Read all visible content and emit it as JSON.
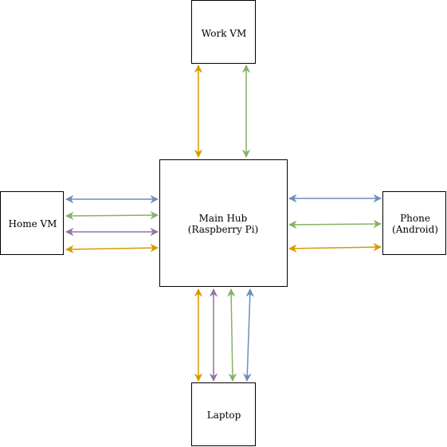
{
  "colors": {
    "orange": "#d79b00",
    "green": "#82b366",
    "purple": "#9673a6",
    "blue": "#6c8ebf",
    "box_stroke": "#000000"
  },
  "nodes": {
    "work_vm": {
      "lines": [
        "Work VM"
      ]
    },
    "main_hub": {
      "lines": [
        "Main Hub",
        "(Raspberry Pi)"
      ]
    },
    "home_vm": {
      "lines": [
        "Home VM"
      ]
    },
    "phone": {
      "lines": [
        "Phone",
        "(Android)"
      ]
    },
    "laptop": {
      "lines": [
        "Laptop"
      ]
    }
  },
  "links": [
    {
      "from": "main_hub",
      "to": "work_vm",
      "color": "orange"
    },
    {
      "from": "main_hub",
      "to": "work_vm",
      "color": "green"
    },
    {
      "from": "main_hub",
      "to": "home_vm",
      "color": "blue"
    },
    {
      "from": "main_hub",
      "to": "home_vm",
      "color": "green"
    },
    {
      "from": "main_hub",
      "to": "home_vm",
      "color": "purple"
    },
    {
      "from": "main_hub",
      "to": "home_vm",
      "color": "orange"
    },
    {
      "from": "main_hub",
      "to": "phone",
      "color": "blue"
    },
    {
      "from": "main_hub",
      "to": "phone",
      "color": "green"
    },
    {
      "from": "main_hub",
      "to": "phone",
      "color": "orange"
    },
    {
      "from": "main_hub",
      "to": "laptop",
      "color": "orange"
    },
    {
      "from": "main_hub",
      "to": "laptop",
      "color": "purple"
    },
    {
      "from": "main_hub",
      "to": "laptop",
      "color": "green"
    },
    {
      "from": "main_hub",
      "to": "laptop",
      "color": "blue"
    }
  ]
}
